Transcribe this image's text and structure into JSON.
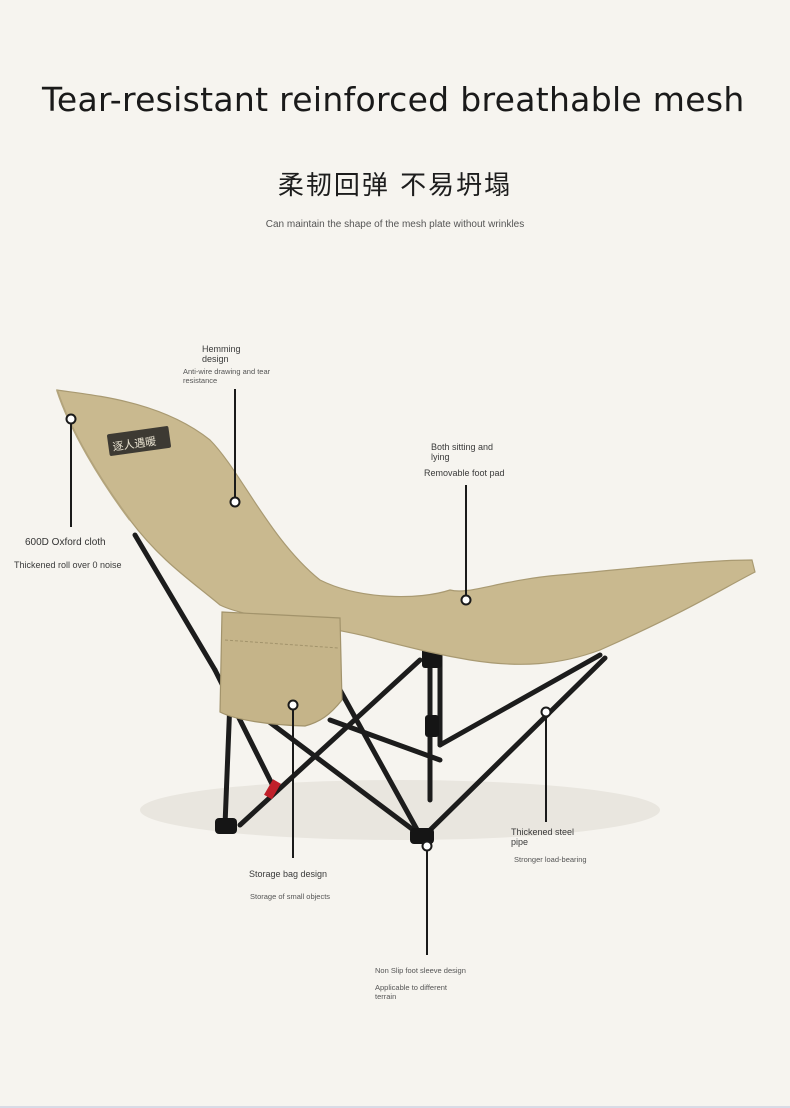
{
  "headline": "Tear-resistant reinforced breathable mesh",
  "cn_title": "柔韧回弹 不易坍塌",
  "subline": "Can maintain the shape of the mesh plate without wrinkles",
  "callouts": {
    "hemming": {
      "title": "Hemming\ndesign",
      "desc": "Anti-wire drawing and tear\nresistance"
    },
    "oxford": {
      "title": "600D Oxford cloth",
      "desc": "Thickened roll over 0 noise"
    },
    "footpad": {
      "title": "Both sitting and\nlying",
      "desc": "Removable foot pad"
    },
    "steel": {
      "title": "Thickened steel\npipe",
      "desc": "Stronger load-bearing"
    },
    "storage": {
      "title": "Storage bag design",
      "desc": "Storage of small objects"
    },
    "foot": {
      "title": "Non Slip foot sleeve design",
      "desc": "Applicable to different\nterrain"
    }
  },
  "chair_logo_text": "逐人遇暖",
  "colors": {
    "background": "#f6f4ef",
    "fabric": "#c9b98f",
    "frame": "#1c1c1c",
    "accent": "#c0202a"
  }
}
